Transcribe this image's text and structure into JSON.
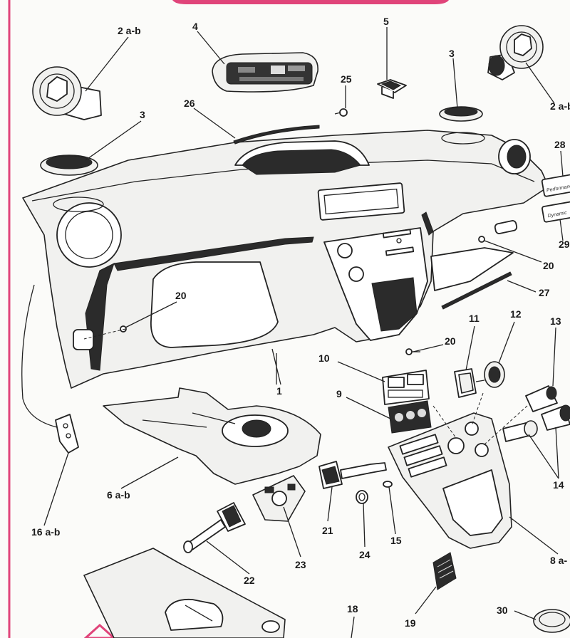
{
  "diagram": {
    "parts": [
      {
        "id": "p1",
        "callout": "1",
        "name": "dashboard"
      },
      {
        "id": "p2a",
        "callout": "2 a-b",
        "name": "air-vent-left"
      },
      {
        "id": "p2b",
        "callout": "2 a-b",
        "name": "air-vent-right"
      },
      {
        "id": "p3a",
        "callout": "3",
        "name": "speaker-grille-left"
      },
      {
        "id": "p3b",
        "callout": "3",
        "name": "speaker-grille-right"
      },
      {
        "id": "p4",
        "callout": "4",
        "name": "instrument-cluster"
      },
      {
        "id": "p5",
        "callout": "5",
        "name": "sensor"
      },
      {
        "id": "p6",
        "callout": "6 a-b",
        "name": "steering-column-cover"
      },
      {
        "id": "p8",
        "callout": "8 a-",
        "name": "center-console-bezel"
      },
      {
        "id": "p9",
        "callout": "9",
        "name": "switch-panel"
      },
      {
        "id": "p10",
        "callout": "10",
        "name": "switch-frame"
      },
      {
        "id": "p11",
        "callout": "11",
        "name": "rotary-switch"
      },
      {
        "id": "p12",
        "callout": "12",
        "name": "knob"
      },
      {
        "id": "p13",
        "callout": "13",
        "name": "socket"
      },
      {
        "id": "p14",
        "callout": "14",
        "name": "lighter"
      },
      {
        "id": "p15",
        "callout": "15",
        "name": "bulb"
      },
      {
        "id": "p16",
        "callout": "16 a-b",
        "name": "hood-release"
      },
      {
        "id": "p18",
        "callout": "18",
        "name": "lower-trim"
      },
      {
        "id": "p19",
        "callout": "19",
        "name": "vent-grille"
      },
      {
        "id": "p20a",
        "callout": "20",
        "name": "clip-glovebox"
      },
      {
        "id": "p20b",
        "callout": "20",
        "name": "clip-right"
      },
      {
        "id": "p20c",
        "callout": "20",
        "name": "clip-console"
      },
      {
        "id": "p21",
        "callout": "21",
        "name": "wiper-switch"
      },
      {
        "id": "p22",
        "callout": "22",
        "name": "light-switch-stalk"
      },
      {
        "id": "p23",
        "callout": "23",
        "name": "steering-switch-body"
      },
      {
        "id": "p24",
        "callout": "24",
        "name": "bulb-holder"
      },
      {
        "id": "p25",
        "callout": "25",
        "name": "screw"
      },
      {
        "id": "p26",
        "callout": "26",
        "name": "trim-strip-top"
      },
      {
        "id": "p27",
        "callout": "27",
        "name": "trim-strip-right"
      },
      {
        "id": "p28",
        "callout": "28",
        "name": "badge-profile"
      },
      {
        "id": "p29",
        "callout": "29",
        "name": "badge-dynamic"
      },
      {
        "id": "p30",
        "callout": "30",
        "name": "cup"
      }
    ],
    "badges": {
      "b28": "Performance",
      "b29": "Dynamic"
    }
  },
  "colors": {
    "line": "#222222",
    "border": "#e0447a",
    "background": "#fbfbf9"
  }
}
